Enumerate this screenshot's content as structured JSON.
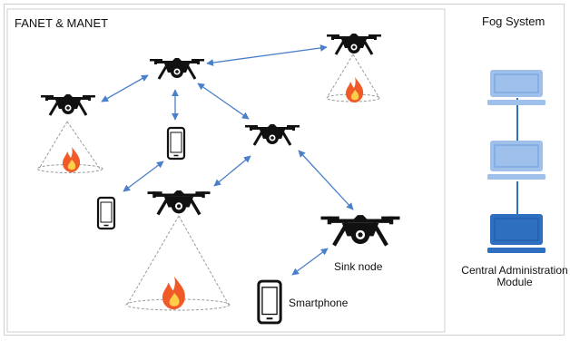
{
  "fanet_title": "FANET & MANET",
  "fog_title": "Fog System",
  "sink_label": "Sink node",
  "smartphone_label": "Smartphone",
  "cam_line1": "Central Administration",
  "cam_line2": "Module",
  "colors": {
    "link": "#4a7fc9",
    "monitor_light": "#9fc0ea",
    "monitor_dark": "#2f6fc0",
    "fire_outer": "#f05a28",
    "fire_inner": "#ffcf4a",
    "cone": "#9a9a9a"
  }
}
